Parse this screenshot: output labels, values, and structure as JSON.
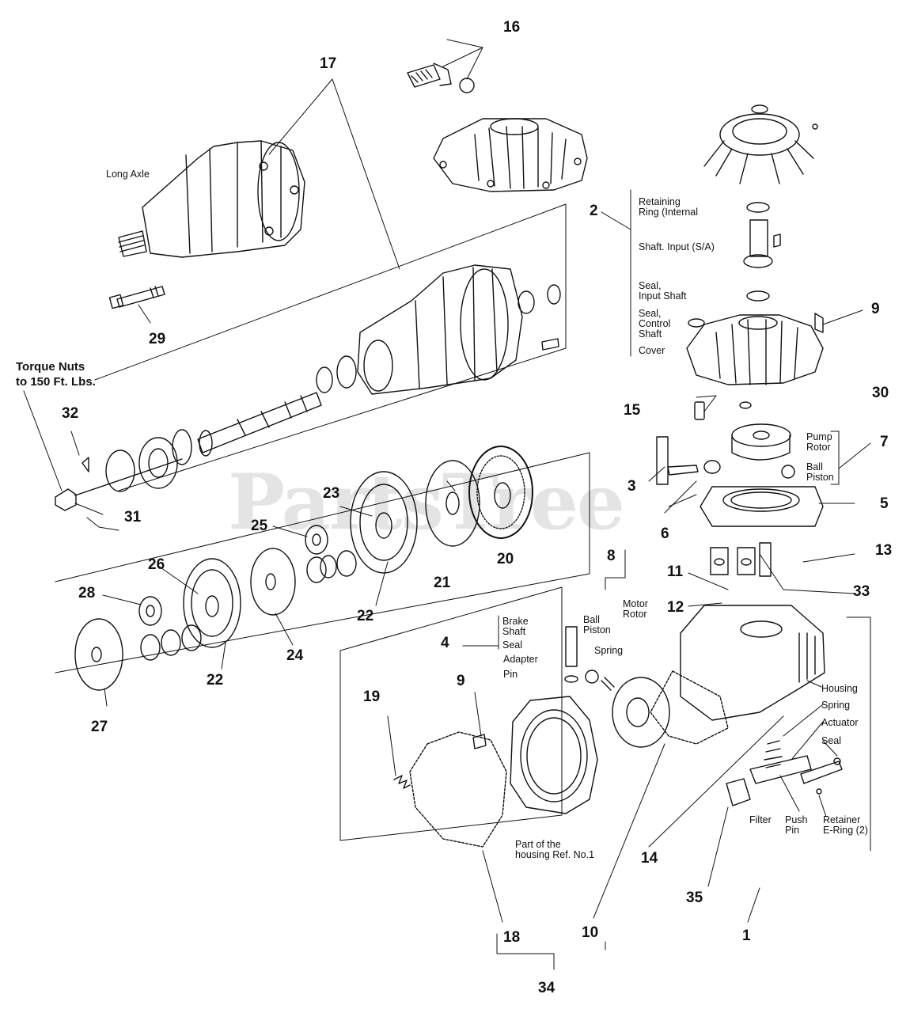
{
  "watermark": "PartsTree",
  "note": "Torque Nuts\nto 150 Ft. Lbs.",
  "ref_numbers": [
    {
      "key": "n16",
      "text": "16"
    },
    {
      "key": "n17",
      "text": "17"
    },
    {
      "key": "n2",
      "text": "2"
    },
    {
      "key": "n9a",
      "text": "9"
    },
    {
      "key": "n29",
      "text": "29"
    },
    {
      "key": "n30",
      "text": "30"
    },
    {
      "key": "n15",
      "text": "15"
    },
    {
      "key": "n7",
      "text": "7"
    },
    {
      "key": "n32",
      "text": "32"
    },
    {
      "key": "n3",
      "text": "3"
    },
    {
      "key": "n5",
      "text": "5"
    },
    {
      "key": "n6",
      "text": "6"
    },
    {
      "key": "n31",
      "text": "31"
    },
    {
      "key": "n23",
      "text": "23"
    },
    {
      "key": "n25",
      "text": "25"
    },
    {
      "key": "n20",
      "text": "20"
    },
    {
      "key": "n13",
      "text": "13"
    },
    {
      "key": "n8",
      "text": "8"
    },
    {
      "key": "n11",
      "text": "11"
    },
    {
      "key": "n26",
      "text": "26"
    },
    {
      "key": "n21",
      "text": "21"
    },
    {
      "key": "n33",
      "text": "33"
    },
    {
      "key": "n28",
      "text": "28"
    },
    {
      "key": "n12",
      "text": "12"
    },
    {
      "key": "n22a",
      "text": "22"
    },
    {
      "key": "n4",
      "text": "4"
    },
    {
      "key": "n24",
      "text": "24"
    },
    {
      "key": "n22b",
      "text": "22"
    },
    {
      "key": "n9b",
      "text": "9"
    },
    {
      "key": "n19",
      "text": "19"
    },
    {
      "key": "n27",
      "text": "27"
    },
    {
      "key": "n14",
      "text": "14"
    },
    {
      "key": "n35",
      "text": "35"
    },
    {
      "key": "n10",
      "text": "10"
    },
    {
      "key": "n1",
      "text": "1"
    },
    {
      "key": "n18",
      "text": "18"
    },
    {
      "key": "n34",
      "text": "34"
    }
  ],
  "callouts": [
    {
      "key": "long_axle",
      "text": "Long Axle"
    },
    {
      "key": "retaining_ring",
      "text": "Retaining\nRing (Internal"
    },
    {
      "key": "shaft_input",
      "text": "Shaft. Input (S/A)"
    },
    {
      "key": "seal_input",
      "text": "Seal,\nInput Shaft"
    },
    {
      "key": "seal_control",
      "text": "Seal,\nControl\nShaft"
    },
    {
      "key": "cover",
      "text": "Cover"
    },
    {
      "key": "pump_rotor",
      "text": "Pump\nRotor"
    },
    {
      "key": "ball_piston_a",
      "text": "Ball\nPiston"
    },
    {
      "key": "motor_rotor",
      "text": "Motor\nRotor"
    },
    {
      "key": "ball_piston_b",
      "text": "Ball\nPiston"
    },
    {
      "key": "brake_shaft",
      "text": "Brake\nShaft"
    },
    {
      "key": "seal_b",
      "text": "Seal"
    },
    {
      "key": "adapter",
      "text": "Adapter"
    },
    {
      "key": "pin",
      "text": "Pin"
    },
    {
      "key": "spring_a",
      "text": "Spring"
    },
    {
      "key": "housing",
      "text": "Housing"
    },
    {
      "key": "spring_b",
      "text": "Spring"
    },
    {
      "key": "actuator",
      "text": "Actuator"
    },
    {
      "key": "seal_c",
      "text": "Seal"
    },
    {
      "key": "filter",
      "text": "Filter"
    },
    {
      "key": "push_pin",
      "text": "Push\nPin"
    },
    {
      "key": "retainer",
      "text": "Retainer\nE-Ring (2)"
    },
    {
      "key": "part_of_housing",
      "text": "Part of the\nhousing Ref. No.1"
    }
  ],
  "colors": {
    "ink": "#111111",
    "watermark": "#cfcfcf",
    "background": "#ffffff"
  }
}
